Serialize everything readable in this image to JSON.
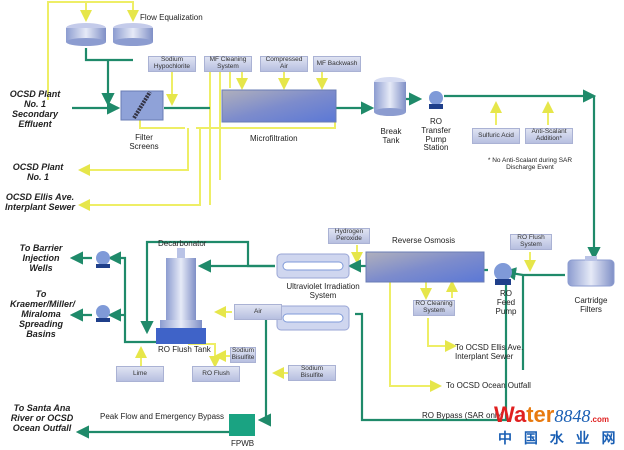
{
  "title_labels": {
    "flow_equalization": "Flow Equalization",
    "filter_screens": "Filter Screens",
    "microfiltration": "Microfiltration",
    "break_tank": "Break Tank",
    "ro_transfer": "RO Transfer Pump Station",
    "reverse_osmosis": "Reverse Osmosis",
    "ro_feed_pump": "RO Feed Pump",
    "cartridge_filters": "Cartridge Filters",
    "uv": "Ultraviolet Irradiation System",
    "decarbonator": "Decarbonator",
    "ro_flush_tank": "RO Flush Tank",
    "fpwb": "FPWB",
    "peak_flow": "Peak Flow and Emergency Bypass",
    "ro_bypass": "RO Bypass (SAR only)",
    "anti_scalant_note": "* No Anti-Scalant during SAR Discharge Event"
  },
  "chemical_boxes": {
    "sodium_hypochlorite": "Sodium Hypochlorite",
    "mf_cleaning": "MF Cleaning System",
    "compressed_air": "Compressed Air",
    "mf_backwash": "MF Backwash",
    "sulfuric_acid": "Sulfuric Acid",
    "anti_scalant": "Anti-Scalant Addition*",
    "hydrogen_peroxide": "Hydrogen Peroxide",
    "ro_flush_system": "RO Flush System",
    "ro_cleaning": "RO Cleaning System",
    "air": "Air",
    "sodium_bisulfite_1": "Sodium Bisulfite",
    "sodium_bisulfite_2": "Sodium Bisulfite",
    "lime": "Lime",
    "ro_flush": "RO Flush"
  },
  "endpoints": {
    "ocsd_secondary": "OCSD Plant No. 1 Secondary Effluent",
    "ocsd_plant1": "OCSD Plant No. 1",
    "ocsd_ellis": "OCSD Ellis Ave. Interplant Sewer",
    "barrier_wells": "To Barrier Injection Wells",
    "kraemer": "To Kraemer/Miller/ Miraloma Spreading Basins",
    "santa_ana": "To Santa Ana River or OCSD Ocean Outfall",
    "to_ellis": "To  OCSD Ellis Ave. Interplant Sewer",
    "to_ocean": "To  OCSD Ocean Outfall"
  },
  "watermark": {
    "brand_prefix": "Wa",
    "brand_mid": "ter",
    "brand_num": "8848",
    "brand_tld": ".com",
    "chinese": "中 国 水 业 网"
  },
  "colors": {
    "water_line": "#1f8a6a",
    "chemical_line": "#eeee60",
    "box_fill": "#c4cbe6",
    "watermark_red": "#e02020",
    "watermark_blue": "#1a5fb4"
  }
}
